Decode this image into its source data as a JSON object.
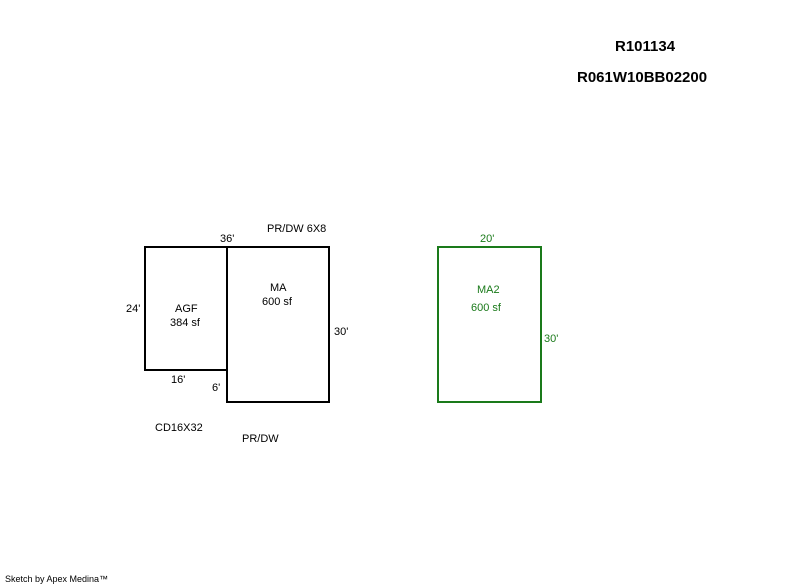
{
  "header": {
    "account_id": "R101134",
    "map_taxlot": "R061W10BB02200"
  },
  "sketch": {
    "agf": {
      "name": "AGF",
      "area": "384 sf",
      "dim_left": "24'",
      "dim_bottom": "16'"
    },
    "ma": {
      "name": "MA",
      "area": "600 sf",
      "dim_top": "36'",
      "dim_right": "30'",
      "dim_step": "6'"
    },
    "ma2": {
      "name": "MA2",
      "area": "600 sf",
      "dim_top": "20'",
      "dim_right": "30'",
      "line_color": "#1a7a1a"
    },
    "notes": {
      "pr_dw_top": "PR/DW 6X8",
      "pr_dw_bottom": "PR/DW",
      "cd": "CD16X32"
    }
  },
  "footer": {
    "credit": "Sketch by Apex Medina™"
  }
}
